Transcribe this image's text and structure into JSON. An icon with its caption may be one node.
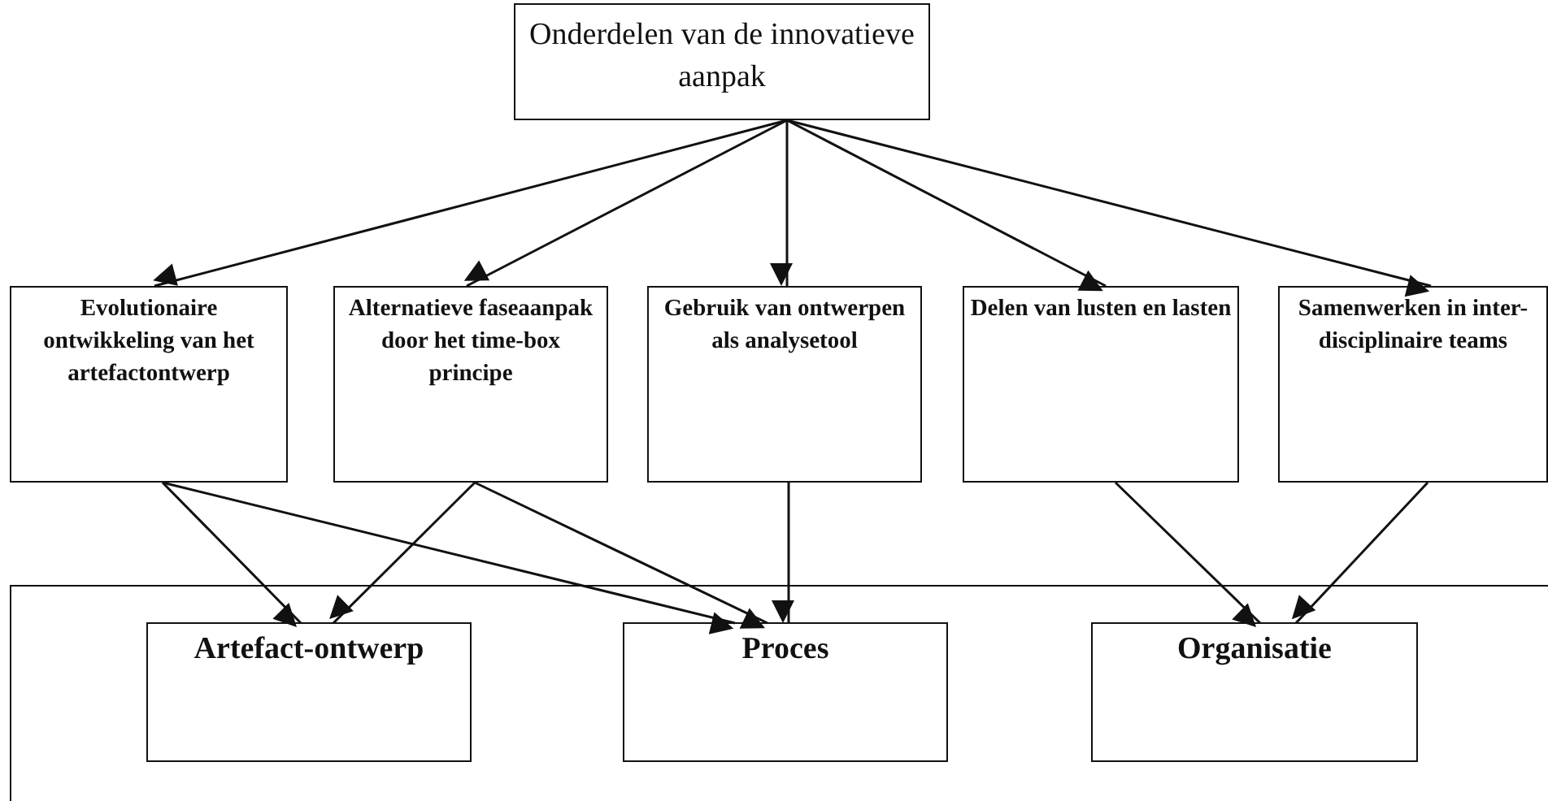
{
  "diagram": {
    "nodes": [
      {
        "text": [
          "Onderdelen van de innovatieve aanpak"
        ]
      },
      {
        "text": [
          "Evolutionaire ontwikkeling van het artefactontwerp"
        ]
      },
      {
        "text": [
          "Alternatieve faseaanpak door het time-box principe"
        ]
      },
      {
        "text": [
          "Gebruik van ontwerpen als analysetool"
        ]
      },
      {
        "text": [
          "Delen van lusten en lasten"
        ]
      },
      {
        "text": [
          "Samenwerken in inter-disciplinaire teams"
        ]
      },
      {
        "text": [],
        "shape": "box"
      },
      {
        "text": [
          "Artefact-ontwerp"
        ],
        "in": 6
      },
      {
        "text": [
          "Proces"
        ],
        "in": 6
      },
      {
        "text": [
          "Organisatie"
        ],
        "in": 6
      }
    ],
    "edges": [
      {
        "from": 0,
        "to": 1,
        "arrow": "to"
      },
      {
        "from": 0,
        "to": 2,
        "arrow": "to"
      },
      {
        "from": 0,
        "to": 3,
        "arrow": "to"
      },
      {
        "from": 0,
        "to": 4,
        "arrow": "to"
      },
      {
        "from": 0,
        "to": 5,
        "arrow": "to"
      },
      {
        "from": 1,
        "to": 7,
        "arrow": "to"
      },
      {
        "from": 1,
        "to": 8,
        "arrow": "to"
      },
      {
        "from": 2,
        "to": 7,
        "arrow": "to"
      },
      {
        "from": 2,
        "to": 8,
        "arrow": "to"
      },
      {
        "from": 3,
        "to": 8,
        "arrow": "to"
      },
      {
        "from": 4,
        "to": 9,
        "arrow": "to"
      },
      {
        "from": 5,
        "to": 9,
        "arrow": "to"
      }
    ]
  }
}
